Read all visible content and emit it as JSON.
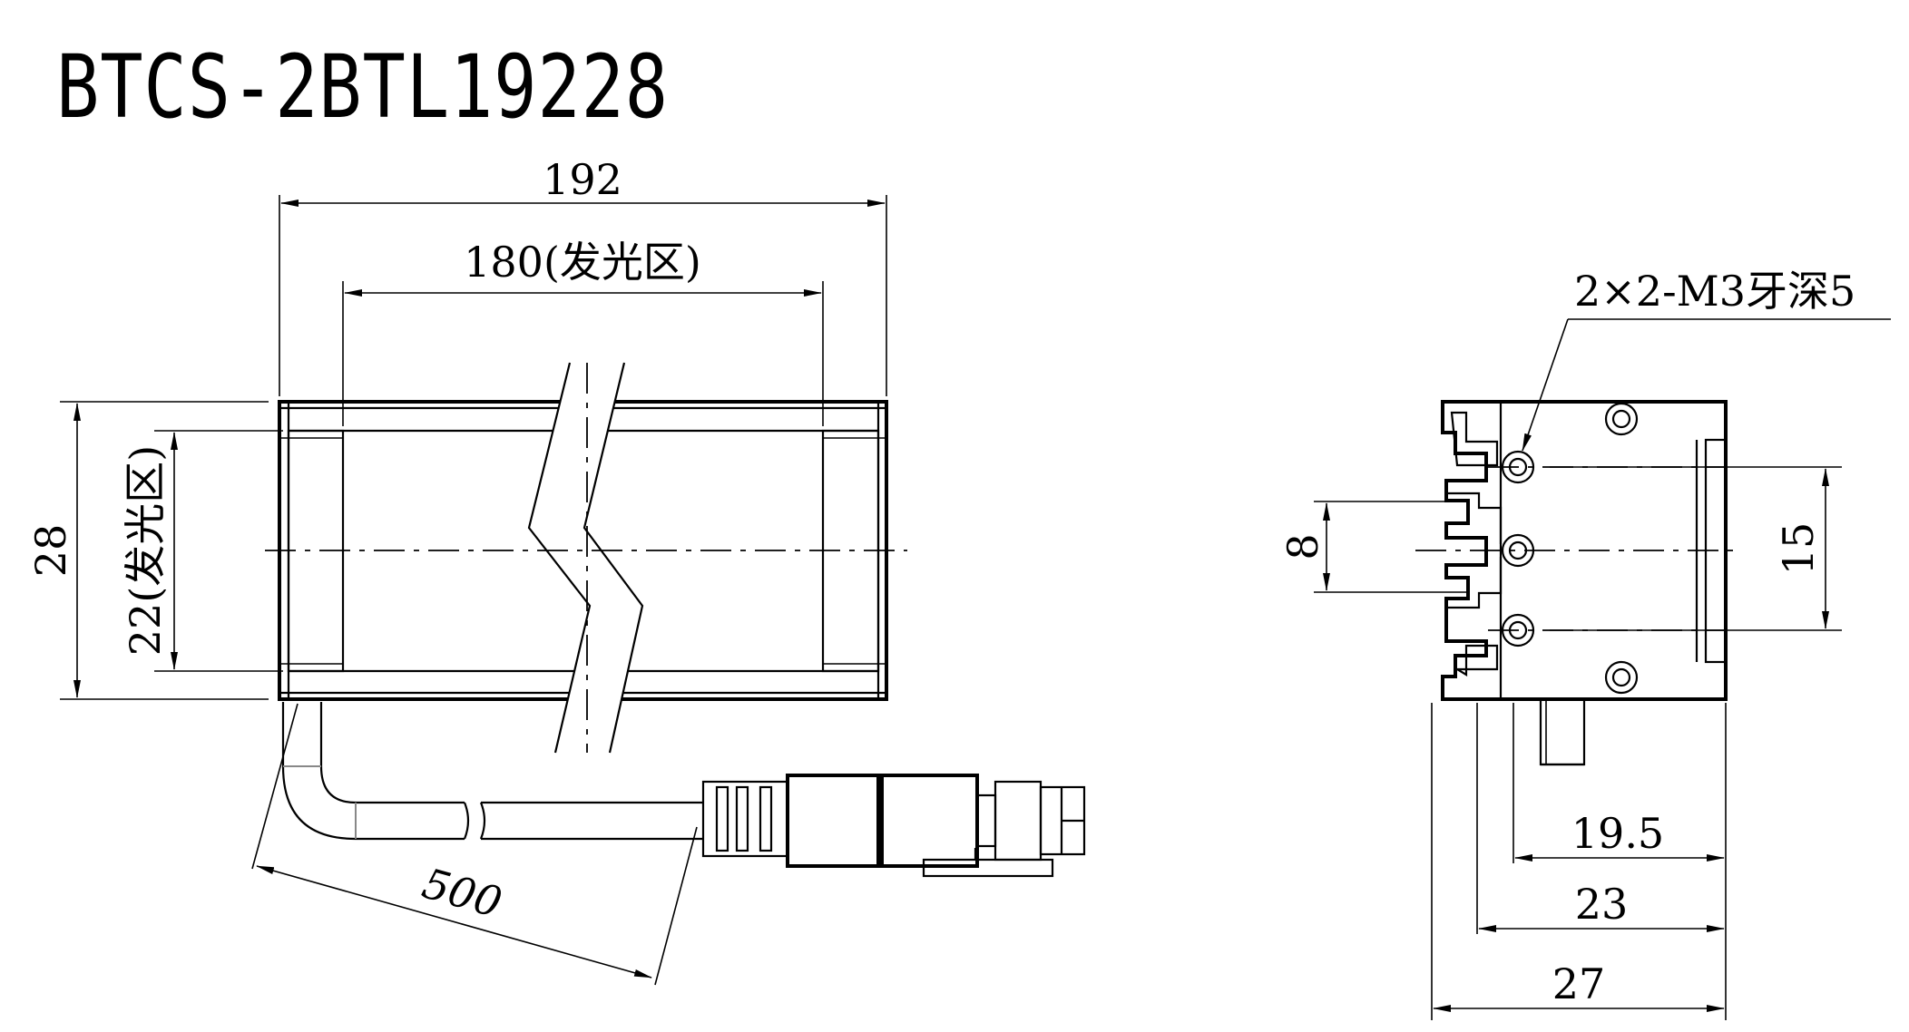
{
  "title": "BTCS-2BTL19228",
  "dimensions": {
    "length_total": "192",
    "length_emitting": "180(发光区)",
    "height_total": "28",
    "height_emitting": "22(发光区)",
    "cable_length": "500",
    "thread_note": "2×2-M3牙深5",
    "hole_spacing_small": "8",
    "hole_spacing_large": "15",
    "depth_19_5": "19.5",
    "depth_23": "23",
    "depth_27": "27"
  }
}
